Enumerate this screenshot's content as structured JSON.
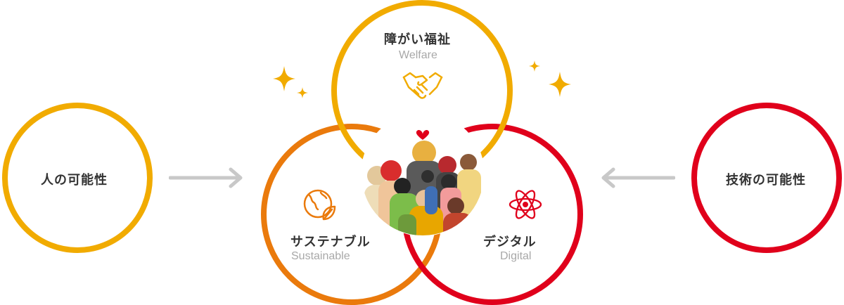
{
  "colors": {
    "yellow": "#f1ab00",
    "orange": "#ea7a0c",
    "red": "#e0001b",
    "text": "#333333",
    "subtext": "#a8a8a8",
    "arrow": "#c8c8c8"
  },
  "left_circle": {
    "label": "人の可能性"
  },
  "right_circle": {
    "label": "技術の可能性"
  },
  "welfare": {
    "label": "障がい福祉",
    "sub": "Welfare",
    "icon": "handshake-icon"
  },
  "sustainable": {
    "label": "サステナブル",
    "sub": "Sustainable",
    "icon": "globe-leaf-icon"
  },
  "digital": {
    "label": "デジタル",
    "sub": "Digital",
    "icon": "atom-icon"
  },
  "center": {
    "icon": "people-illustration",
    "accent_icon": "heart-icon"
  },
  "decor": {
    "sparkle_icon": "sparkle-icon",
    "arrow_icons": [
      "arrow-right-icon",
      "arrow-left-icon"
    ]
  }
}
